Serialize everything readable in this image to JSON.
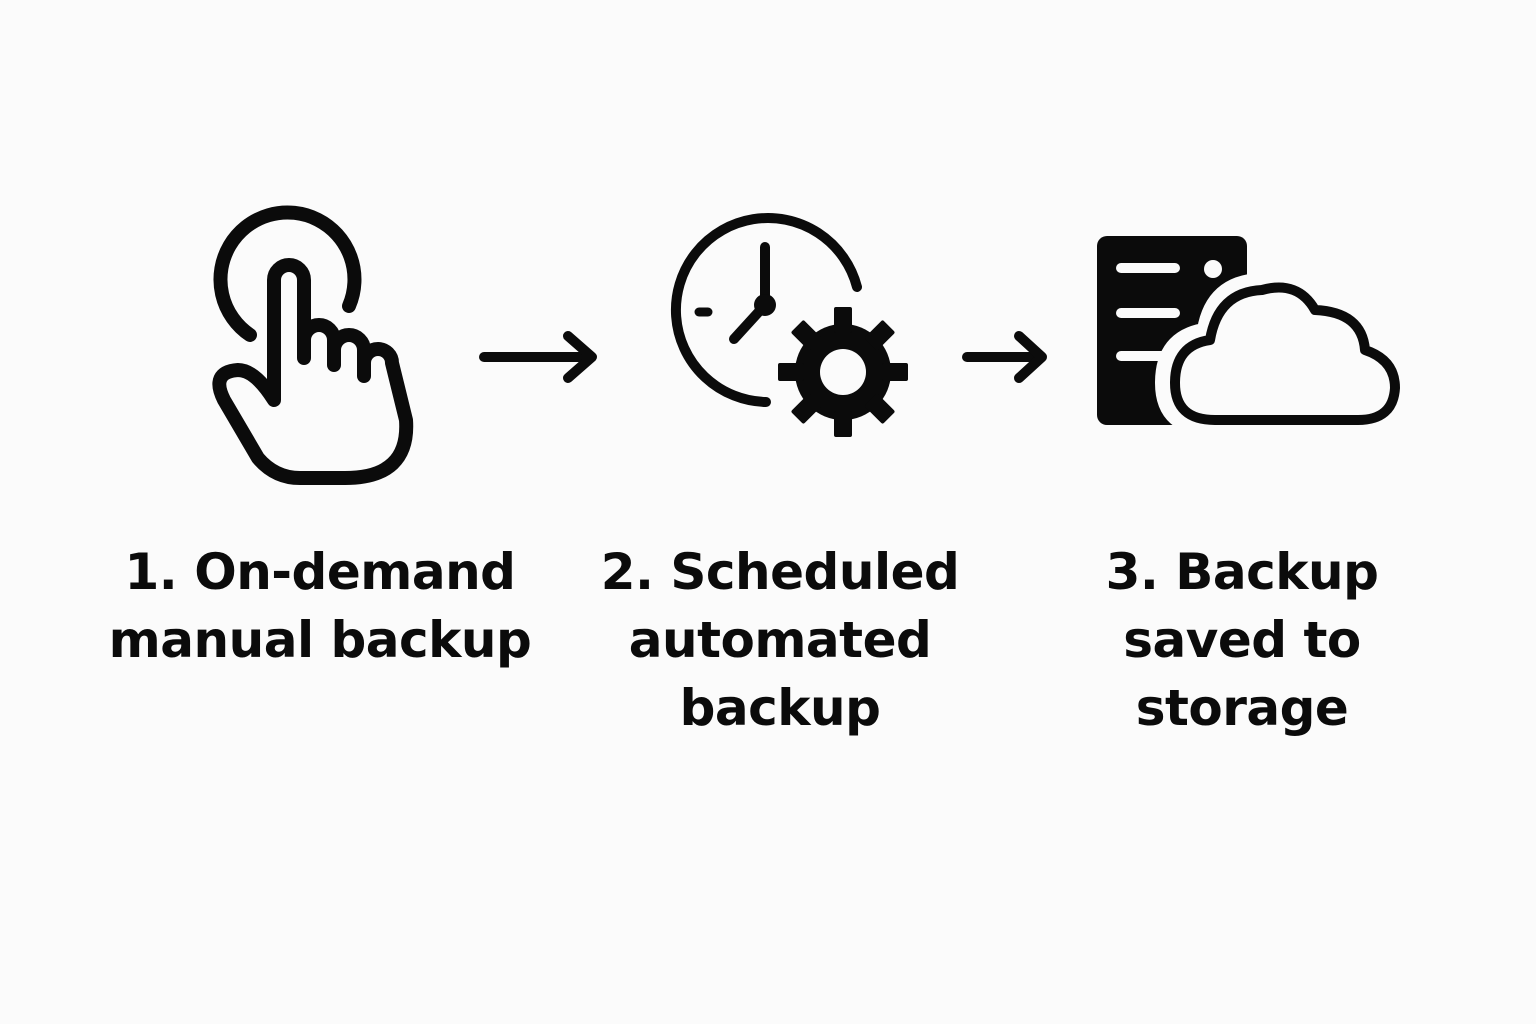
{
  "diagram": {
    "steps": [
      {
        "icon": "tap-hand-icon",
        "label_lines": [
          "1. On-demand",
          "manual backup"
        ]
      },
      {
        "icon": "clock-gear-icon",
        "label_lines": [
          "2. Scheduled",
          "automated",
          "backup"
        ]
      },
      {
        "icon": "server-cloud-icon",
        "label_lines": [
          "3. Backup",
          "saved to",
          "storage"
        ]
      }
    ],
    "arrows": [
      "arrow-right-icon",
      "arrow-right-icon"
    ],
    "colors": {
      "background": "#fbfbfb",
      "ink": "#0b0b0b"
    }
  }
}
